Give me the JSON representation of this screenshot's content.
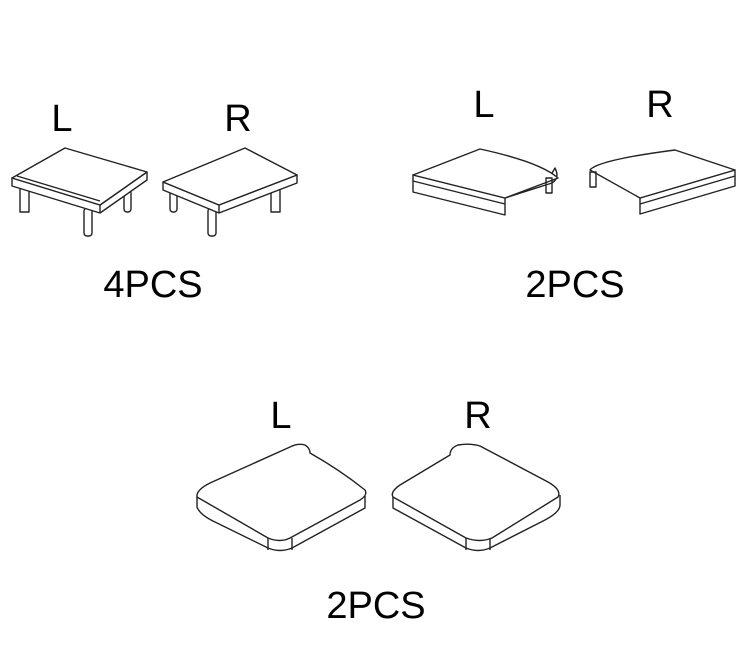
{
  "groups": [
    {
      "left_label": "L",
      "right_label": "R",
      "quantity": "4PCS"
    },
    {
      "left_label": "L",
      "right_label": "R",
      "quantity": "2PCS"
    },
    {
      "left_label": "L",
      "right_label": "R",
      "quantity": "2PCS"
    }
  ],
  "colors": {
    "line": "#222222",
    "background": "#ffffff"
  }
}
